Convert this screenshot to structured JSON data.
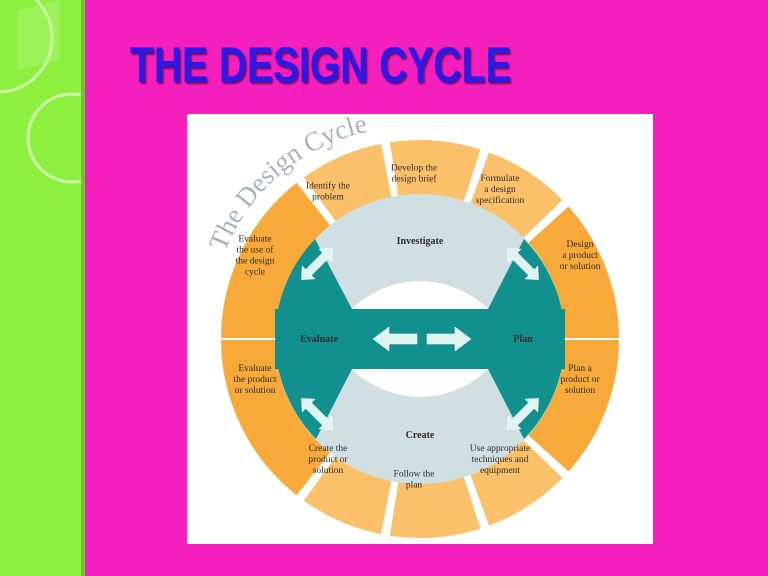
{
  "slide": {
    "title": "THE DESIGN CYCLE",
    "colors": {
      "background": "#f41fbd",
      "side_strip": "#8ef03e",
      "title": "#2b19e6"
    }
  },
  "diagram": {
    "arc_title": "The Design Cycle",
    "colors": {
      "outer_segment": "#f7a93a",
      "outer_segment_light": "#fbc06a",
      "inner_ring": "#cfdfe2",
      "teal": "#12908e",
      "arrow": "#ffffff"
    },
    "phases": {
      "investigate": "Investigate",
      "plan": "Plan",
      "create": "Create",
      "evaluate": "Evaluate"
    },
    "steps": {
      "identify_problem": [
        "Identify the",
        "problem"
      ],
      "develop_brief": [
        "Develop the",
        "design brief"
      ],
      "formulate_spec": [
        "Formulate",
        "a design",
        "specification"
      ],
      "design_product": [
        "Design",
        "a product",
        "or solution"
      ],
      "plan_product": [
        "Plan a",
        "product or",
        "solution"
      ],
      "use_techniques": [
        "Use appropriate",
        "techniques and",
        "equipment"
      ],
      "follow_plan": [
        "Follow the",
        "plan"
      ],
      "create_product": [
        "Create the",
        "product or",
        "solution"
      ],
      "evaluate_product": [
        "Evaluate",
        "the product",
        "or solution"
      ],
      "evaluate_cycle": [
        "Evaluate",
        "the use of",
        "the design",
        "cycle"
      ]
    }
  }
}
